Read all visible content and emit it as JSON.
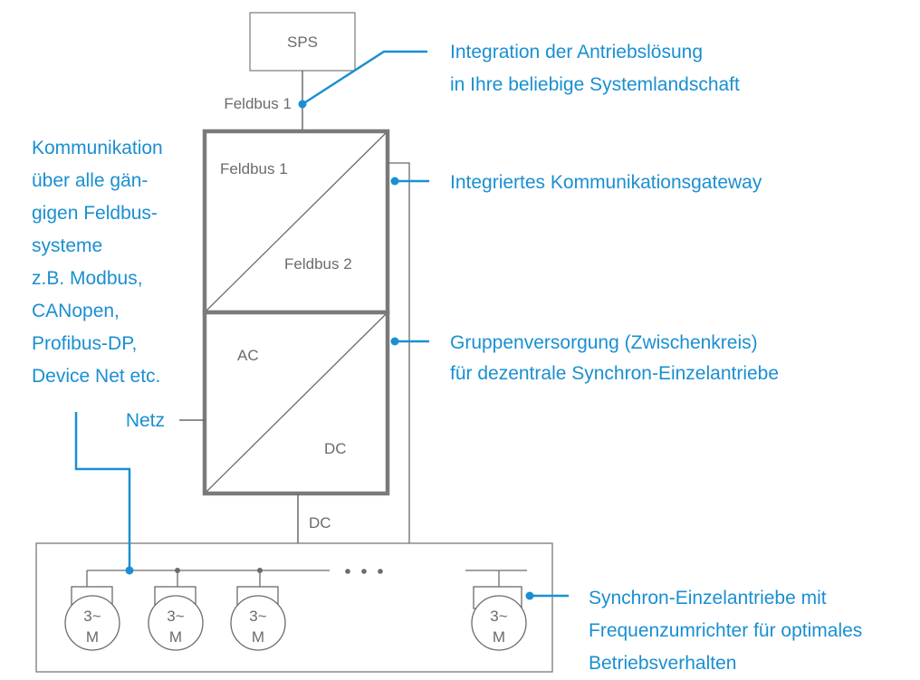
{
  "colors": {
    "accent": "#1a8fd1",
    "line": "#6b6b6b",
    "box": "#7a7a7a"
  },
  "blocks": {
    "sps": "SPS",
    "fieldbus_top": "Feldbus 1",
    "gateway_in": "Feldbus 1",
    "gateway_out": "Feldbus 2",
    "converter_in": "AC",
    "converter_out": "DC",
    "dc_link": "DC",
    "grid": "Netz"
  },
  "annotations": {
    "integration": [
      "Integration der Antriebslösung",
      "in Ihre beliebige Systemlandschaft"
    ],
    "gateway": [
      "Integriertes Kommunikationsgateway"
    ],
    "supply": [
      "Gruppenversorgung (Zwischenkreis)",
      "für dezentrale Synchron-Einzelantriebe"
    ],
    "drives": [
      "Synchron-Einzelantriebe mit",
      "Frequenzumrichter für optimales",
      "Betriebsverhalten"
    ],
    "communication": [
      "Kommunikation",
      "über alle gän-",
      "gigen Feldbus-",
      "systeme",
      "z.B. Modbus,",
      "CANopen,",
      "Profibus-DP,",
      "Device Net etc."
    ]
  },
  "motors": [
    {
      "phase": "3~",
      "label": "M"
    },
    {
      "phase": "3~",
      "label": "M"
    },
    {
      "phase": "3~",
      "label": "M"
    },
    {
      "phase": "3~",
      "label": "M"
    }
  ],
  "ellipsis_icon": "three-dots"
}
